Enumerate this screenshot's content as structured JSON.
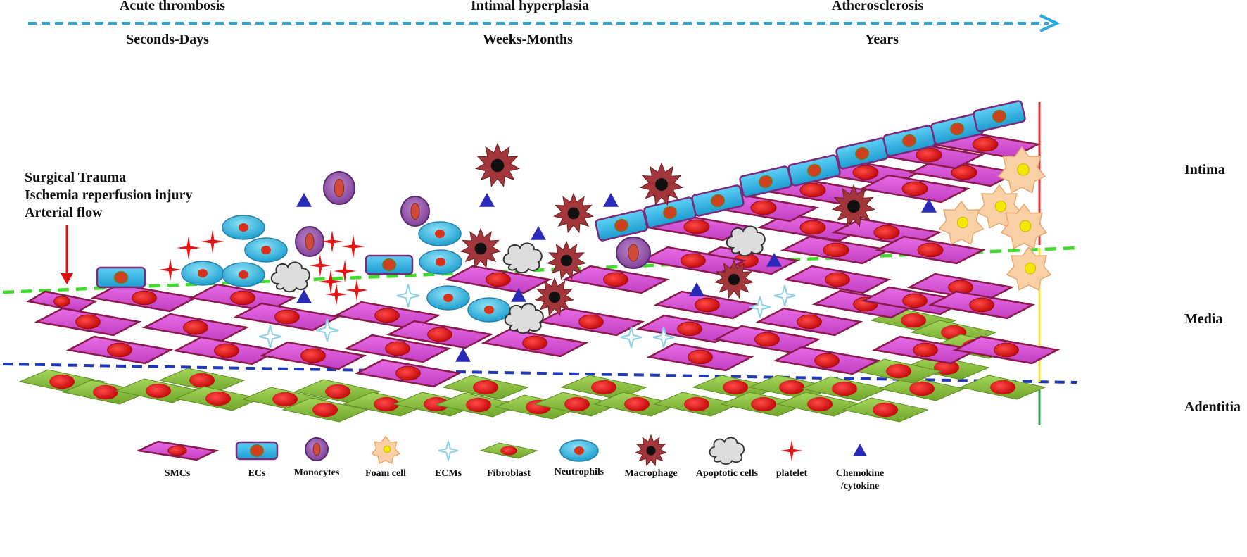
{
  "timeline": {
    "stages": [
      "Acute thrombosis",
      "Intimal hyperplasia",
      "Atherosclerosis"
    ],
    "durations": [
      "Seconds-Days",
      "Weeks-Months",
      "Years"
    ],
    "arrow_color": "#29a9e0"
  },
  "causes": [
    "Surgical Trauma",
    "Ischemia reperfusion injury",
    "Arterial flow"
  ],
  "layers": {
    "intima": "Intima",
    "media": "Media",
    "adventitia": "Adentitia"
  },
  "legend": [
    {
      "icon": "smc-icon",
      "label": "SMCs"
    },
    {
      "icon": "ec-icon",
      "label": "ECs"
    },
    {
      "icon": "monocyte-icon",
      "label": "Monocytes"
    },
    {
      "icon": "foam-cell-icon",
      "label": "Foam cell"
    },
    {
      "icon": "ecm-icon",
      "label": "ECMs"
    },
    {
      "icon": "fibroblast-icon",
      "label": "Fibroblast"
    },
    {
      "icon": "neutrophil-icon",
      "label": "Neutrophils"
    },
    {
      "icon": "macrophage-icon",
      "label": "Macrophage"
    },
    {
      "icon": "apoptotic-cell-icon",
      "label": "Apoptotic cells"
    },
    {
      "icon": "platelet-icon",
      "label": "platelet"
    },
    {
      "icon": "chemokine-icon",
      "label": "Chemokine\n/cytokine"
    }
  ],
  "colors": {
    "smc_fill": "#d64fd6",
    "smc_stroke": "#8b1a4a",
    "nucleus": "#e01010",
    "ec_fill": "#29b3e6",
    "ec_stroke": "#7a2a7a",
    "monocyte_fill": "#9b5bb0",
    "foam_fill": "#f9cfa6",
    "foam_nucleus": "#f5e600",
    "ecm": "#8fd0e8",
    "fibroblast_fill": "#8dc63f",
    "neutrophil_fill": "#3bbbe0",
    "macrophage_fill": "#a2363b",
    "apoptotic_fill": "#dddddd",
    "platelet": "#e81414",
    "chemokine": "#2a2ab8",
    "intima_line": "#e53030",
    "media_line": "#f2e43a",
    "adventitia_line": "#2ea04f",
    "ie_boundary": "#3fdc2a",
    "media_adv_boundary": "#1e3ab8"
  }
}
